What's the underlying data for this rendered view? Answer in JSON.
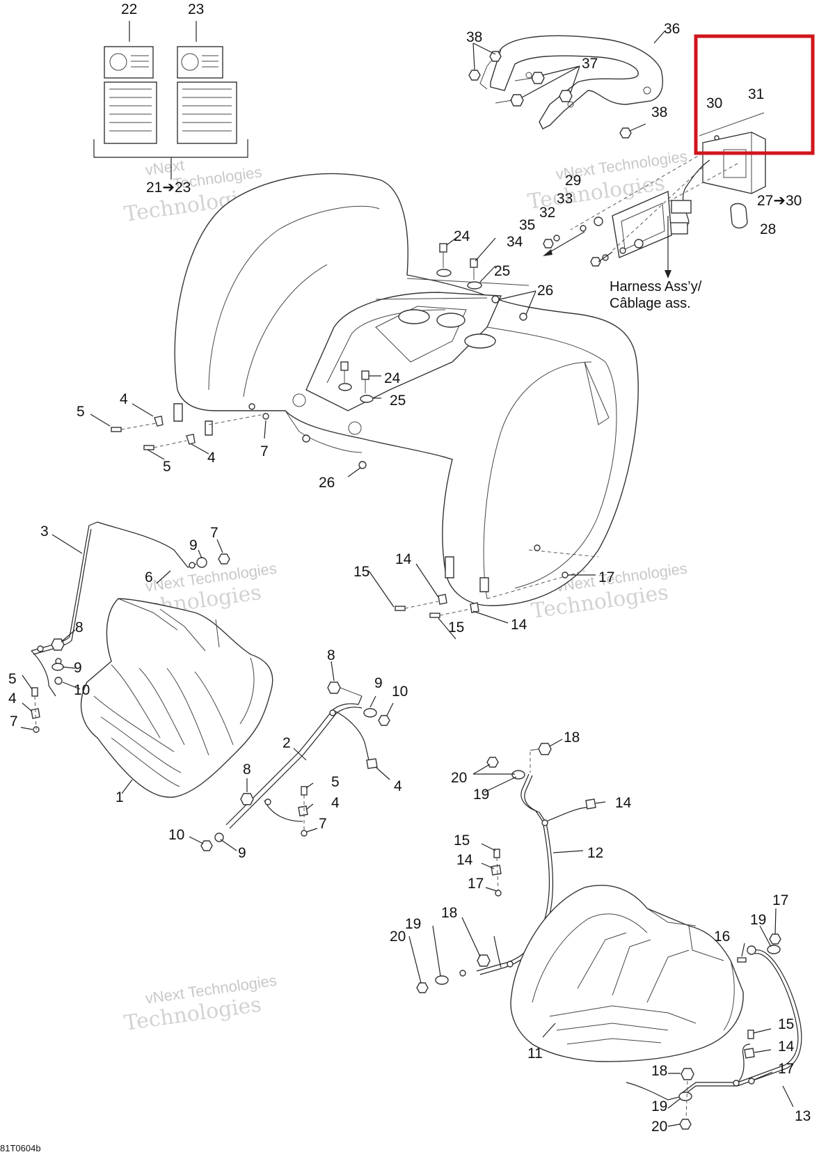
{
  "diagram": {
    "figure_ref": "81T0604b",
    "watermark": "vNext Technologies",
    "watermark_line1": "vNext",
    "watermark_line2": "Technologies",
    "callout": {
      "line1": "Harness Ass’y/",
      "line2": "Câblage ass."
    },
    "highlight_color": "#d0161d",
    "labels": [
      {
        "id": "l22",
        "text": "22"
      },
      {
        "id": "l23",
        "text": "23"
      },
      {
        "id": "l21",
        "text": "21➔23"
      },
      {
        "id": "l38a",
        "text": "38"
      },
      {
        "id": "l36",
        "text": "36"
      },
      {
        "id": "l37",
        "text": "37"
      },
      {
        "id": "l38b",
        "text": "38"
      },
      {
        "id": "l30",
        "text": "30"
      },
      {
        "id": "l31",
        "text": "31"
      },
      {
        "id": "l29",
        "text": "29"
      },
      {
        "id": "l33",
        "text": "33"
      },
      {
        "id": "l32",
        "text": "32"
      },
      {
        "id": "l35",
        "text": "35"
      },
      {
        "id": "l34",
        "text": "34"
      },
      {
        "id": "l27",
        "text": "27➔30"
      },
      {
        "id": "l28",
        "text": "28"
      },
      {
        "id": "l24a",
        "text": "24"
      },
      {
        "id": "l25a",
        "text": "25"
      },
      {
        "id": "l26a",
        "text": "26"
      },
      {
        "id": "l24b",
        "text": "24"
      },
      {
        "id": "l25b",
        "text": "25"
      },
      {
        "id": "l26b",
        "text": "26"
      },
      {
        "id": "l5a",
        "text": "5"
      },
      {
        "id": "l4a",
        "text": "4"
      },
      {
        "id": "l5b",
        "text": "5"
      },
      {
        "id": "l4b",
        "text": "4"
      },
      {
        "id": "l7a",
        "text": "7"
      },
      {
        "id": "l3",
        "text": "3"
      },
      {
        "id": "l9a",
        "text": "9"
      },
      {
        "id": "l7b",
        "text": "7"
      },
      {
        "id": "l6",
        "text": "6"
      },
      {
        "id": "l8a",
        "text": "8"
      },
      {
        "id": "l5c",
        "text": "5"
      },
      {
        "id": "l9b",
        "text": "9"
      },
      {
        "id": "l10a",
        "text": "10"
      },
      {
        "id": "l4c",
        "text": "4"
      },
      {
        "id": "l7c",
        "text": "7"
      },
      {
        "id": "l1",
        "text": "1"
      },
      {
        "id": "l8b",
        "text": "8"
      },
      {
        "id": "l9c",
        "text": "9"
      },
      {
        "id": "l10b",
        "text": "10"
      },
      {
        "id": "l2",
        "text": "2"
      },
      {
        "id": "l4d",
        "text": "4"
      },
      {
        "id": "l8c",
        "text": "8"
      },
      {
        "id": "l5d",
        "text": "5"
      },
      {
        "id": "l4e",
        "text": "4"
      },
      {
        "id": "l7d",
        "text": "7"
      },
      {
        "id": "l10c",
        "text": "10"
      },
      {
        "id": "l9d",
        "text": "9"
      },
      {
        "id": "l14a",
        "text": "14"
      },
      {
        "id": "l15a",
        "text": "15"
      },
      {
        "id": "l17a",
        "text": "17"
      },
      {
        "id": "l15b",
        "text": "15"
      },
      {
        "id": "l14b",
        "text": "14"
      },
      {
        "id": "l18a",
        "text": "18"
      },
      {
        "id": "l20a",
        "text": "20"
      },
      {
        "id": "l19a",
        "text": "19"
      },
      {
        "id": "l14c",
        "text": "14"
      },
      {
        "id": "l12",
        "text": "12"
      },
      {
        "id": "l15c",
        "text": "15"
      },
      {
        "id": "l14d",
        "text": "14"
      },
      {
        "id": "l17b",
        "text": "17"
      },
      {
        "id": "l18b",
        "text": "18"
      },
      {
        "id": "l19b",
        "text": "19"
      },
      {
        "id": "l20b",
        "text": "20"
      },
      {
        "id": "l17c",
        "text": "17"
      },
      {
        "id": "l19c",
        "text": "19"
      },
      {
        "id": "l16",
        "text": "16"
      },
      {
        "id": "l15d",
        "text": "15"
      },
      {
        "id": "l14e",
        "text": "14"
      },
      {
        "id": "l11",
        "text": "11"
      },
      {
        "id": "l18c",
        "text": "18"
      },
      {
        "id": "l17d",
        "text": "17"
      },
      {
        "id": "l19d",
        "text": "19"
      },
      {
        "id": "l13",
        "text": "13"
      },
      {
        "id": "l20c",
        "text": "20"
      }
    ]
  }
}
